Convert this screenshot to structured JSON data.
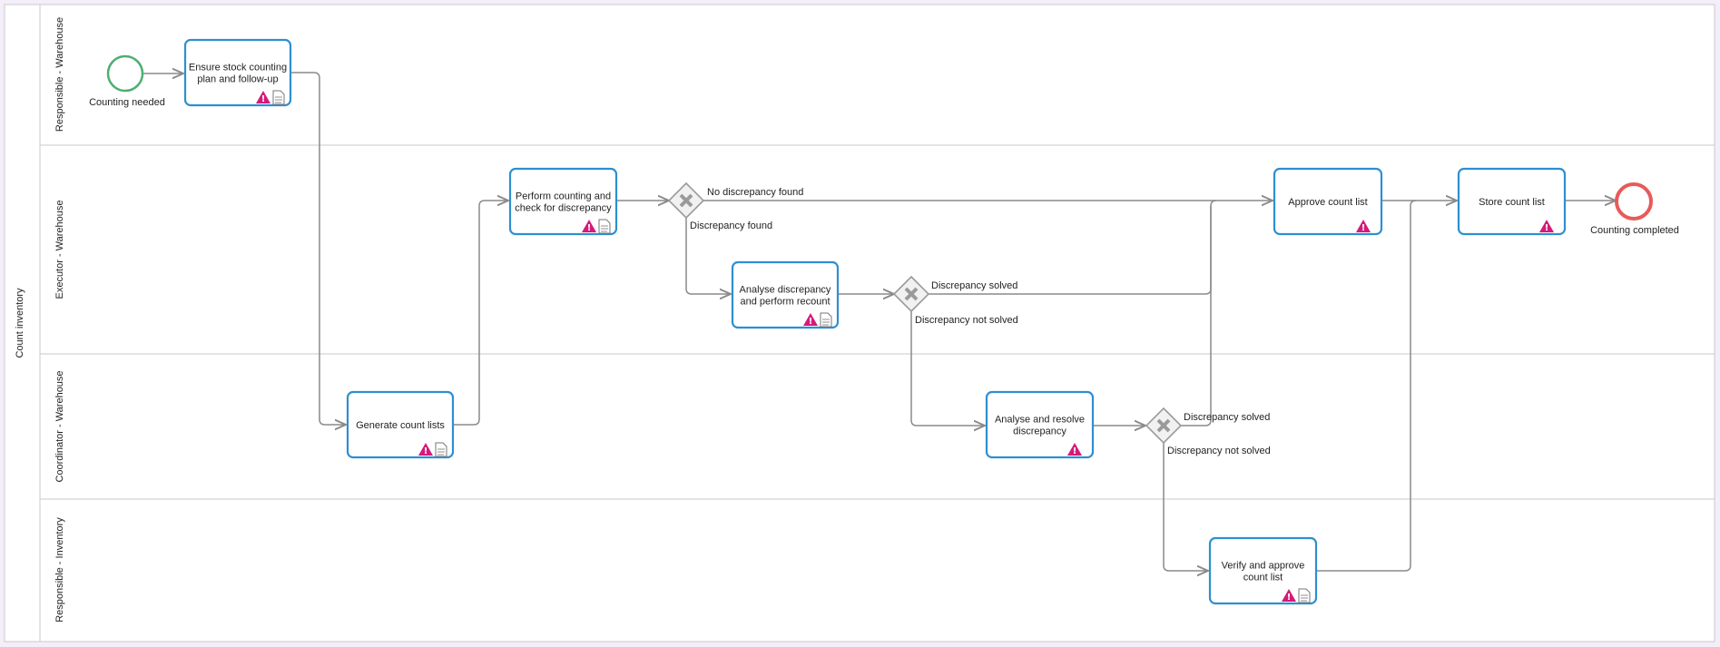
{
  "pool": {
    "label": "Count inventory"
  },
  "lanes": [
    {
      "label": "Responsible - Warehouse"
    },
    {
      "label": "Executor - Warehouse"
    },
    {
      "label": "Coordinator - Warehouse"
    },
    {
      "label": "Responsible - Inventory"
    }
  ],
  "events": {
    "start": {
      "label": "Counting needed",
      "color": "#4caf72"
    },
    "end": {
      "label": "Counting completed",
      "color": "#e85a5a"
    }
  },
  "tasks": {
    "ensure": {
      "lines": [
        "Ensure stock counting",
        "plan and follow-up"
      ]
    },
    "generate": {
      "lines": [
        "Generate count lists"
      ]
    },
    "perform": {
      "lines": [
        "Perform counting and",
        "check for discrepancy"
      ]
    },
    "analyse_recount": {
      "lines": [
        "Analyse discrepancy",
        "and perform recount"
      ]
    },
    "analyse_resolve": {
      "lines": [
        "Analyse and resolve",
        "discrepancy"
      ]
    },
    "approve": {
      "lines": [
        "Approve count list"
      ]
    },
    "store": {
      "lines": [
        "Store count list"
      ]
    },
    "verify": {
      "lines": [
        "Verify and approve",
        "count list"
      ]
    }
  },
  "flow_labels": {
    "no_discrepancy": "No discrepancy found",
    "discrepancy_found": "Discrepancy found",
    "solved_1": "Discrepancy solved",
    "not_solved_1": "Discrepancy not solved",
    "solved_2": "Discrepancy solved",
    "not_solved_2": "Discrepancy not solved"
  },
  "colors": {
    "task_border": "#2e8fd0",
    "warning_marker": "#d6197a",
    "flow_line": "#8a8a8a"
  },
  "icons": {
    "warning_marker": "warning-triangle-icon",
    "document_marker": "document-icon"
  }
}
